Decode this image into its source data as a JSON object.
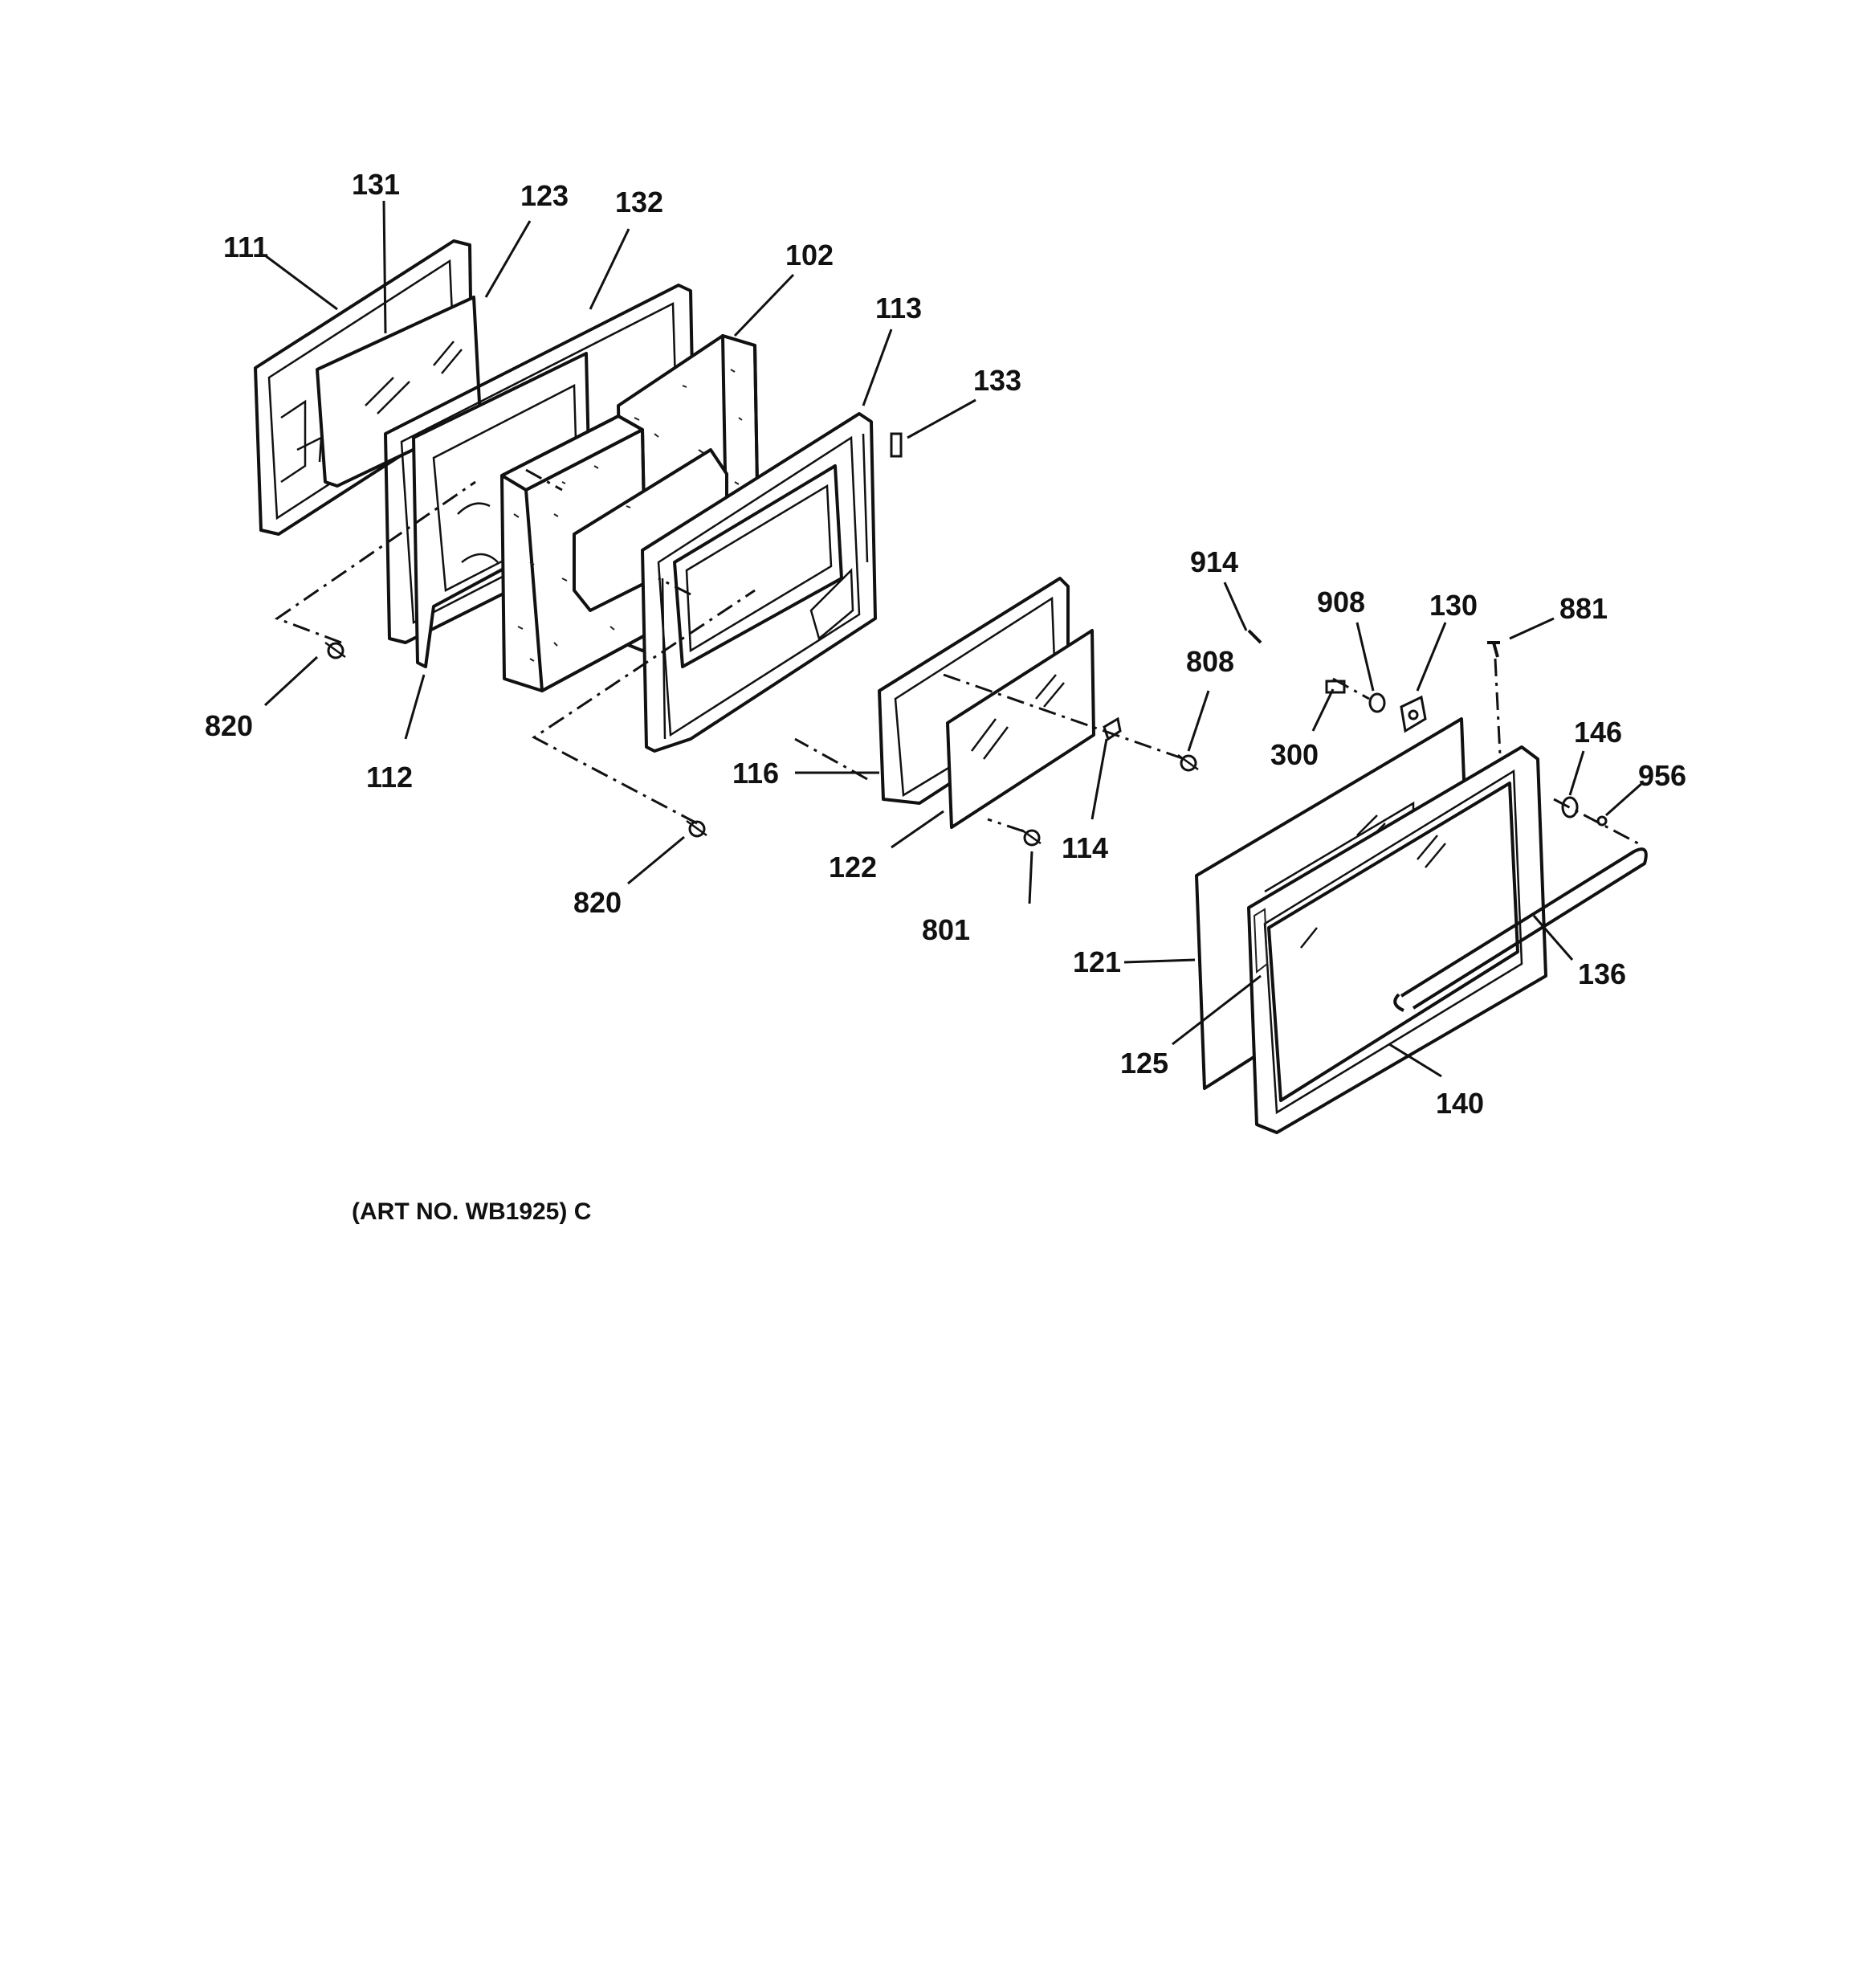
{
  "diagram": {
    "type": "exploded-parts-view",
    "callouts": [
      {
        "id": "111",
        "text": "111"
      },
      {
        "id": "131",
        "text": "131"
      },
      {
        "id": "123",
        "text": "123"
      },
      {
        "id": "132",
        "text": "132"
      },
      {
        "id": "102",
        "text": "102"
      },
      {
        "id": "113",
        "text": "113"
      },
      {
        "id": "133",
        "text": "133"
      },
      {
        "id": "820a",
        "text": "820"
      },
      {
        "id": "112",
        "text": "112"
      },
      {
        "id": "116",
        "text": "116"
      },
      {
        "id": "820b",
        "text": "820"
      },
      {
        "id": "122",
        "text": "122"
      },
      {
        "id": "801",
        "text": "801"
      },
      {
        "id": "114",
        "text": "114"
      },
      {
        "id": "914",
        "text": "914"
      },
      {
        "id": "808",
        "text": "808"
      },
      {
        "id": "908",
        "text": "908"
      },
      {
        "id": "130",
        "text": "130"
      },
      {
        "id": "881",
        "text": "881"
      },
      {
        "id": "300",
        "text": "300"
      },
      {
        "id": "146",
        "text": "146"
      },
      {
        "id": "956",
        "text": "956"
      },
      {
        "id": "121",
        "text": "121"
      },
      {
        "id": "136",
        "text": "136"
      },
      {
        "id": "125",
        "text": "125"
      },
      {
        "id": "140",
        "text": "140"
      }
    ],
    "art_number": "(ART NO. WB1925) C"
  }
}
